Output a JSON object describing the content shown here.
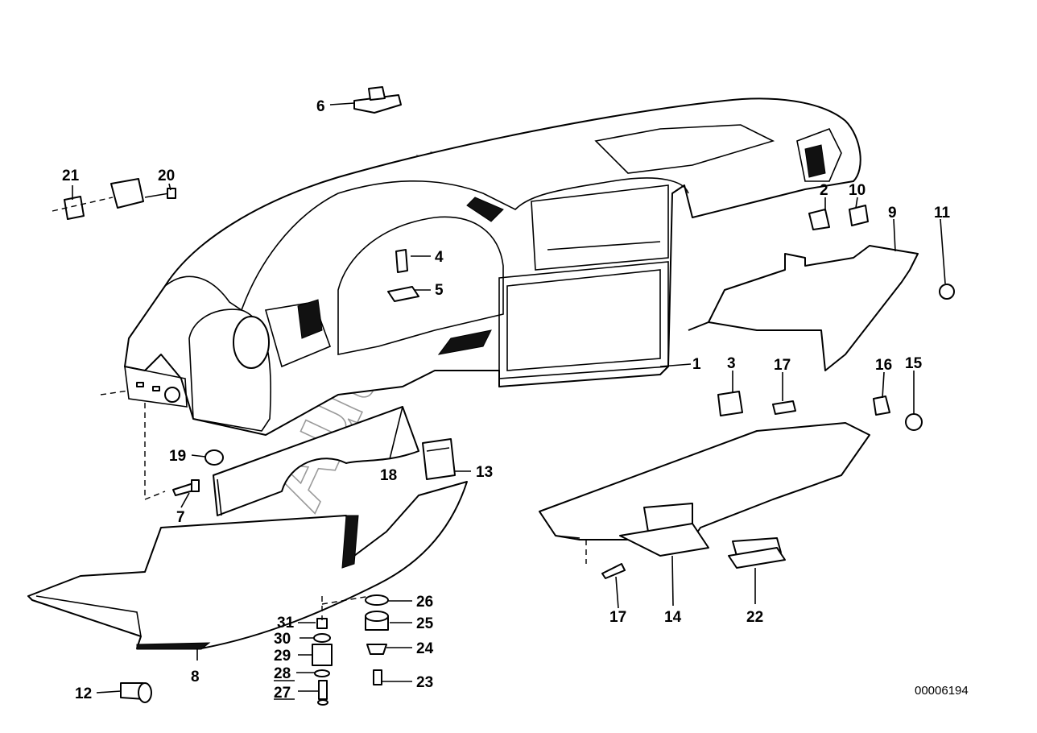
{
  "callouts": [
    "1",
    "2",
    "3",
    "4",
    "5",
    "6",
    "7",
    "8",
    "9",
    "10",
    "11",
    "12",
    "13",
    "14",
    "15",
    "16",
    "17",
    "17",
    "18",
    "19",
    "20",
    "21",
    "22",
    "23",
    "24",
    "25",
    "26",
    "27",
    "28",
    "29",
    "30",
    "31"
  ],
  "reference_number": "00006194",
  "watermark": "AutoSoft"
}
